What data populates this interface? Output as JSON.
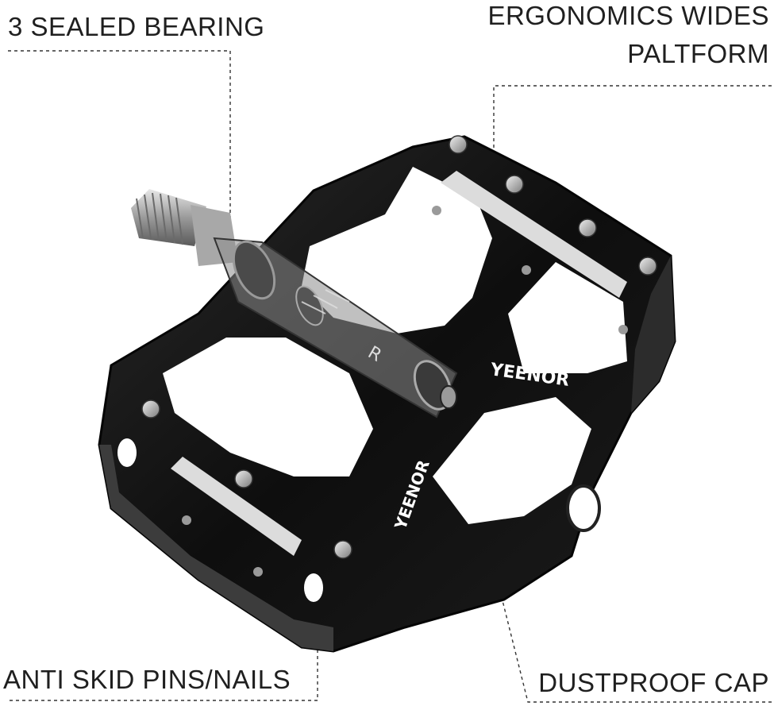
{
  "callouts": {
    "top_left": "3 SEALED BEARING",
    "top_right_line1": "ERGONOMICS WIDES",
    "top_right_line2": "PALTFORM",
    "bottom_left": "ANTI SKID PINS/NAILS",
    "bottom_right": "DUSTPROOF CAP"
  },
  "product": {
    "brand_mark": "YEENOR",
    "axle_mark": "R",
    "colors": {
      "body": "#141414",
      "body_edge": "#3a3a3a",
      "axle": "#b9b9b9",
      "pins": "#c8c8c8"
    }
  }
}
